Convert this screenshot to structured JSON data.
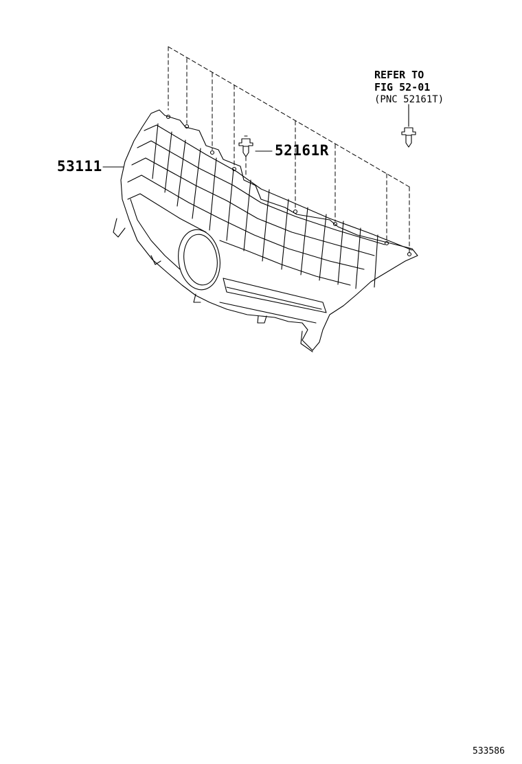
{
  "parts": {
    "grille_part_no": "53111",
    "clip_part_no": "52161R"
  },
  "reference_note": {
    "line1": "REFER TO",
    "line2": "FIG 52-01",
    "line3": "(PNC 52161T)"
  },
  "illustration_id": "533586"
}
